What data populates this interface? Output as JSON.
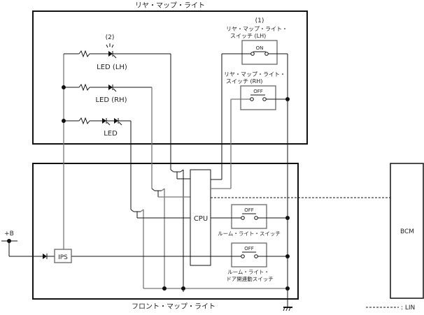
{
  "diagram": {
    "rear_module": {
      "title": "リヤ・マップ・ライト",
      "leds": [
        {
          "callout": "(2)",
          "label": "LED (LH)"
        },
        {
          "label": "LED (RH)"
        },
        {
          "label": "LED"
        }
      ],
      "switches": [
        {
          "callout": "(1)",
          "label_line1": "リヤ・マップ・ライト・",
          "label_line2": "スイッチ (LH)",
          "state": "ON"
        },
        {
          "label_line1": "リヤ・マップ・ライト・",
          "label_line2": "スイッチ (RH)",
          "state": "OFF"
        }
      ]
    },
    "front_module": {
      "title": "フロント・マップ・ライト",
      "cpu_label": "CPU",
      "ips_label": "IPS",
      "switches": [
        {
          "label_line1": "ルーム・ライト・スイッチ",
          "state": "OFF"
        },
        {
          "label_line1": "ルーム・ライト・",
          "label_line2": "ドア開連動スイッチ",
          "state": "OFF"
        }
      ]
    },
    "power_label": "+B",
    "bcm_label": "BCM",
    "legend": {
      "line_style": "dashed",
      "label": ": LIN"
    }
  }
}
